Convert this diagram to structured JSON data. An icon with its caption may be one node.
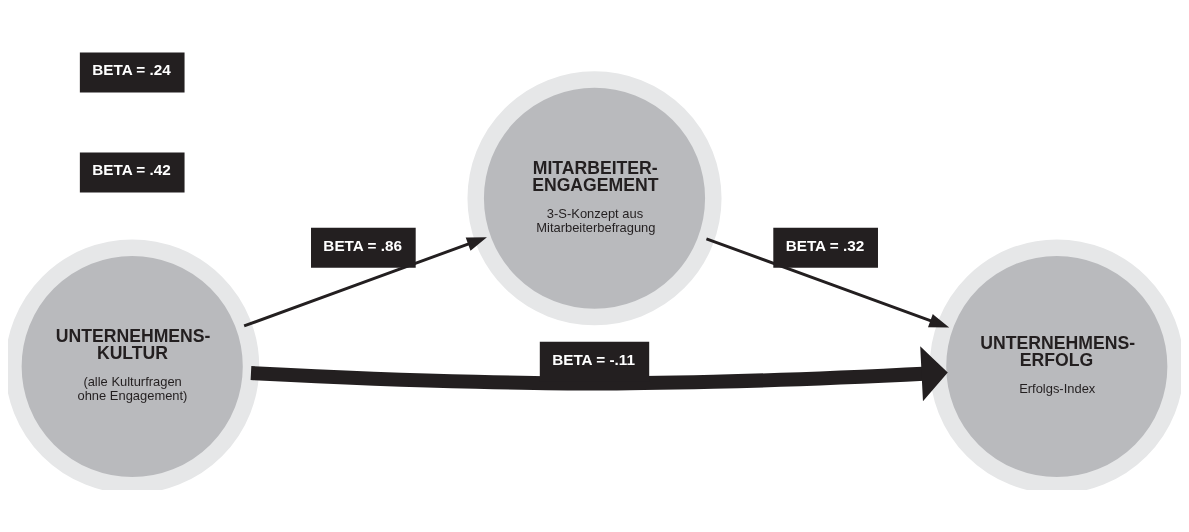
{
  "diagram": {
    "nodes": [
      {
        "text": [
          "UNTERNEHMENS- KULTUR",
          "(alle Kulturfragen ohne Engagement)"
        ]
      },
      {
        "text": [
          "MITARBEITER- ENGAGEMENT",
          "3-S-Konzept aus Mitarbeiterbefragung"
        ]
      },
      {
        "text": [
          "UNTERNEHMENS- ERFOLG",
          "Erfolgs-Index"
        ]
      }
    ],
    "edges": [
      {
        "from": 0,
        "to": 1,
        "arrow": "to",
        "label": "BETA = .86"
      },
      {
        "from": 1,
        "to": 2,
        "arrow": "to",
        "label": "BETA = .32"
      },
      {
        "from": 0,
        "to": 2,
        "arrow": "to",
        "label": "BETA = -.11",
        "style": "thick"
      }
    ],
    "labels": [
      "BETA = .42",
      "BETA = .24"
    ]
  }
}
